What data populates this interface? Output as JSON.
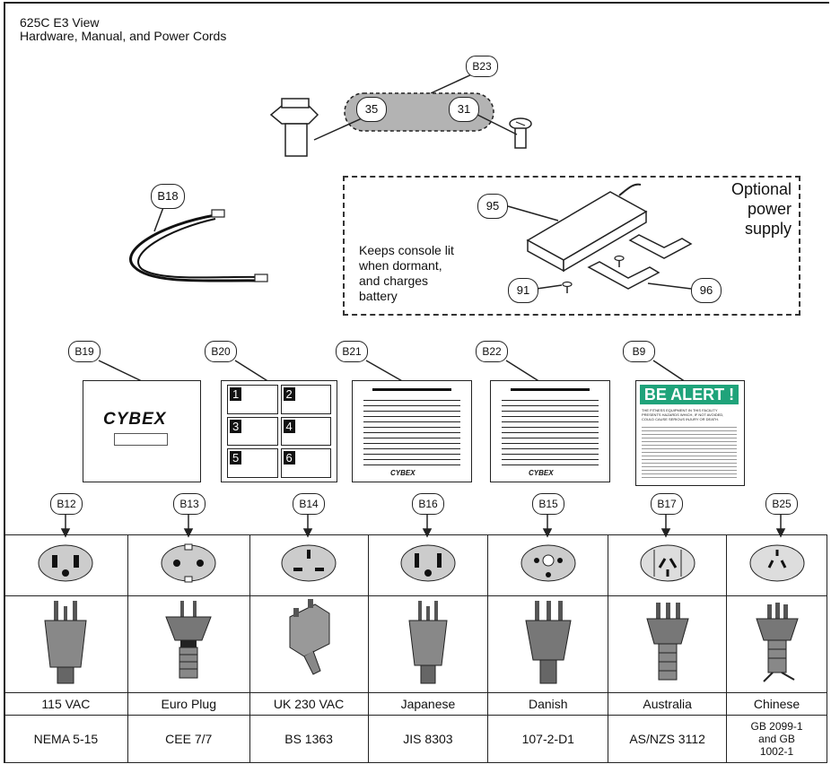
{
  "title": {
    "line1": "625C E3 View",
    "line2": "Hardware, Manual, and Power Cords"
  },
  "hardware": {
    "callouts": {
      "b23": "B23",
      "p35": "35",
      "p31": "31",
      "b18": "B18",
      "p95": "95",
      "p91": "91",
      "p96": "96"
    }
  },
  "optional": {
    "title_line1": "Optional",
    "title_line2": "power",
    "title_line3": "supply",
    "note_line1": "Keeps console lit",
    "note_line2": "when dormant,",
    "note_line3": "and charges",
    "note_line4": "battery"
  },
  "manuals": {
    "callouts": [
      "B19",
      "B20",
      "B21",
      "B22",
      "B9"
    ],
    "brand": "CYBEX",
    "page_numbers": [
      "1",
      "2",
      "3",
      "4",
      "5",
      "6"
    ],
    "alert_heading": "BE ALERT !",
    "alert_text": "THE FITNESS EQUIPMENT IN THIS FACILITY PRESENTS HAZARDS WHICH, IF NOT AVOIDED, COULD CAUSE SERIOUS INJURY OR DEATH."
  },
  "cords": {
    "items": [
      {
        "callout": "B12",
        "label": "115 VAC",
        "standard": "NEMA 5-15"
      },
      {
        "callout": "B13",
        "label": "Euro Plug",
        "standard": "CEE 7/7"
      },
      {
        "callout": "B14",
        "label": "UK 230 VAC",
        "standard": "BS 1363"
      },
      {
        "callout": "B16",
        "label": "Japanese",
        "standard": "JIS 8303"
      },
      {
        "callout": "B15",
        "label": "Danish",
        "standard": "107-2-D1"
      },
      {
        "callout": "B17",
        "label": "Australia",
        "standard": "AS/NZS 3112"
      },
      {
        "callout": "B25",
        "label": "Chinese",
        "standard_line1": "GB  2099-1",
        "standard_line2": "and  GB",
        "standard_line3": "1002-1"
      }
    ]
  }
}
